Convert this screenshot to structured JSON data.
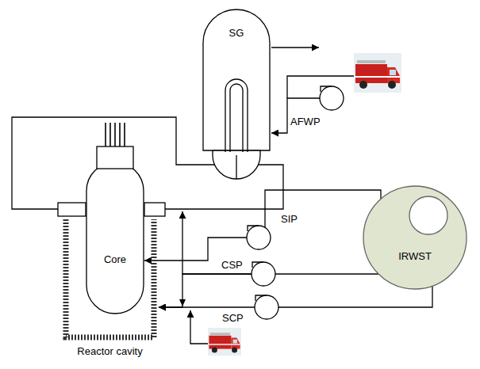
{
  "diagram": {
    "nodes": [
      {
        "text": [
          "SG"
        ]
      },
      {
        "text": [
          "AFWP"
        ]
      },
      {
        "text": [
          "Core"
        ]
      },
      {
        "text": [
          "IRWST"
        ]
      },
      {
        "text": [
          "SIP"
        ]
      },
      {
        "text": [
          "CSP"
        ]
      },
      {
        "text": [
          "SCP"
        ]
      },
      {
        "text": [
          "Reactor cavity"
        ]
      }
    ],
    "edges": [
      {
        "from": 2,
        "to": 0,
        "arrow": "none"
      },
      {
        "from": 0,
        "to": 2,
        "arrow": "none"
      },
      {
        "from": 1,
        "to": 0,
        "arrow": "to"
      },
      {
        "from": 3,
        "to": 4,
        "arrow": "none"
      },
      {
        "from": 4,
        "to": 2,
        "arrow": "to"
      },
      {
        "from": 3,
        "to": 5,
        "arrow": "none"
      },
      {
        "from": 5,
        "to": 2,
        "arrow": "to"
      },
      {
        "from": 5,
        "to": 7,
        "arrow": "to"
      },
      {
        "from": 3,
        "to": 6,
        "arrow": "none"
      },
      {
        "from": 6,
        "to": 7,
        "arrow": "to"
      }
    ]
  }
}
